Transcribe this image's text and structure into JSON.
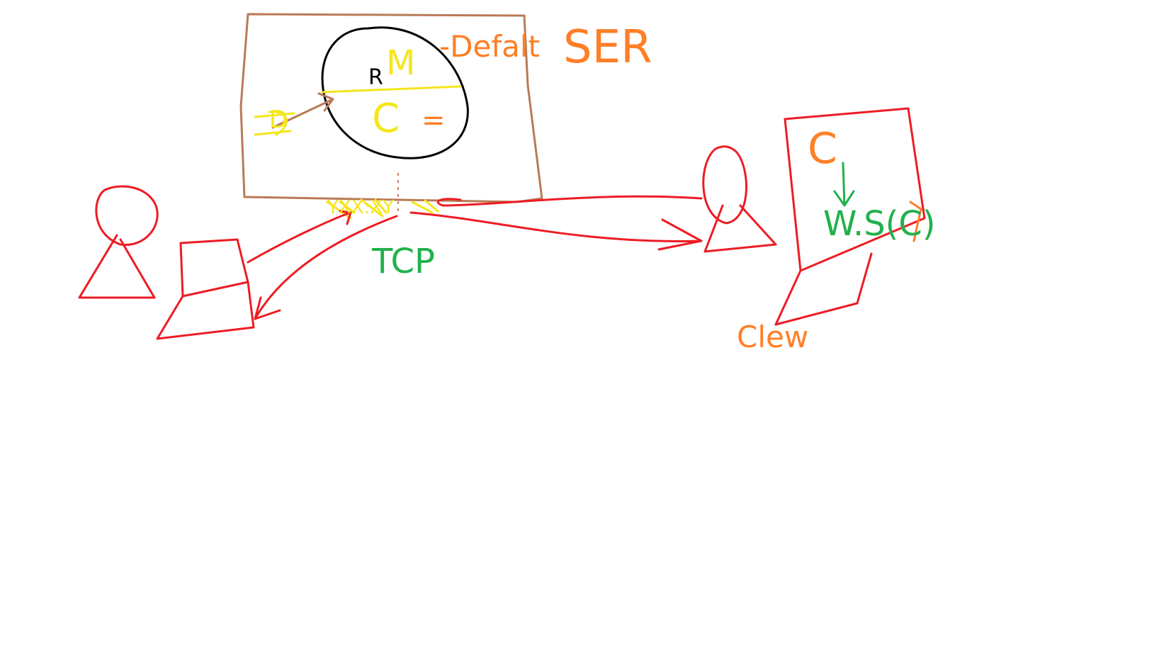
{
  "colors": {
    "background": "#ffffff",
    "server_box": "#b97a57",
    "black": "#000000",
    "yellow": "#f5e61c",
    "orange": "#ff7f27",
    "red": "#ed1c24",
    "green": "#22b14c"
  },
  "labels": {
    "ser": "SER",
    "default": "-Defalt",
    "m": "M",
    "r": "R",
    "c": "C",
    "equals": "=",
    "arrow_label": "D",
    "port": "YXX:XY",
    "tcp": "TCP",
    "client_c": "C",
    "ws": "W.S(C)",
    "client": "Clew"
  }
}
